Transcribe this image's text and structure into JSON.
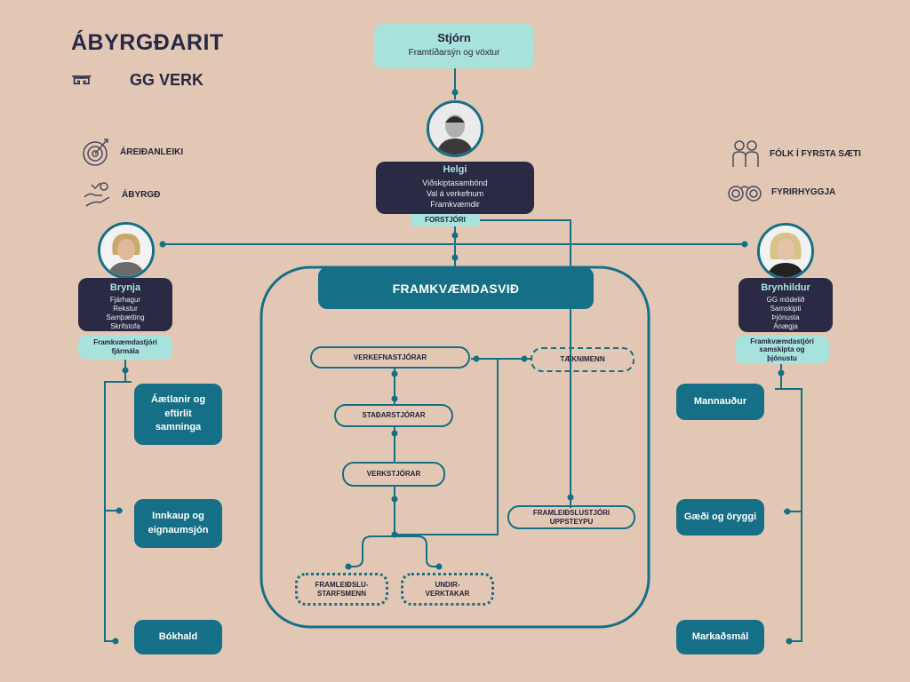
{
  "header": {
    "title": "ÁBYRGÐARIT",
    "logo_text": "GG VERK"
  },
  "values": [
    {
      "label": "ÁREIÐANLEIKI",
      "icon": "target-icon"
    },
    {
      "label": "ÁBYRGÐ",
      "icon": "hands-icon"
    },
    {
      "label": "FÓLK Í FYRSTA SÆTI",
      "icon": "people-icon"
    },
    {
      "label": "FYRIRHYGGJA",
      "icon": "binoculars-icon"
    }
  ],
  "board": {
    "title": "Stjórn",
    "subtitle": "Framtíðarsýn og vöxtur"
  },
  "ceo": {
    "name": "Helgi",
    "duties": [
      "Viðskiptasambönd",
      "Val á verkefnum",
      "Framkvæmdir"
    ],
    "role": "FORSTJÓRI"
  },
  "cfo": {
    "name": "Brynja",
    "duties": [
      "Fjárhagur",
      "Rekstur",
      "Samþætting",
      "Skrifstofa"
    ],
    "role": [
      "Framkvæmdastjóri",
      "fjármála"
    ],
    "departments": [
      "Áætlanir og eftirlit samninga",
      "Innkaup og eignaumsjón",
      "Bókhald"
    ]
  },
  "cco": {
    "name": "Brynhildur",
    "duties": [
      "GG módelið",
      "Samskipti",
      "Þjónusta",
      "Ánægja"
    ],
    "role": [
      "Framkvæmdastjóri",
      "samskipta og",
      "þjónustu"
    ],
    "departments": [
      "Mannauður",
      "Gæði og öryggi",
      "Markaðsmál"
    ]
  },
  "operations": {
    "title": "FRAMKVÆMDASVIÐ",
    "project_managers": "VERKEFNASTJÓRAR",
    "technicians": "TÆKNIMENN",
    "site_managers": "STAÐARSTJÓRAR",
    "foremen": "VERKSTJÓRAR",
    "production_manager": [
      "FRAMLEIÐSLUSTJÓRI",
      "UPPSTEYPU"
    ],
    "production_staff": [
      "FRAMLEIÐSLU-",
      "STARFSMENN"
    ],
    "subcontractors": [
      "UNDIR-",
      "VERKTAKAR"
    ]
  },
  "colors": {
    "background": "#e2c8b4",
    "teal": "#156f86",
    "mint": "#a8e2dc",
    "navy": "#2a2a44"
  }
}
